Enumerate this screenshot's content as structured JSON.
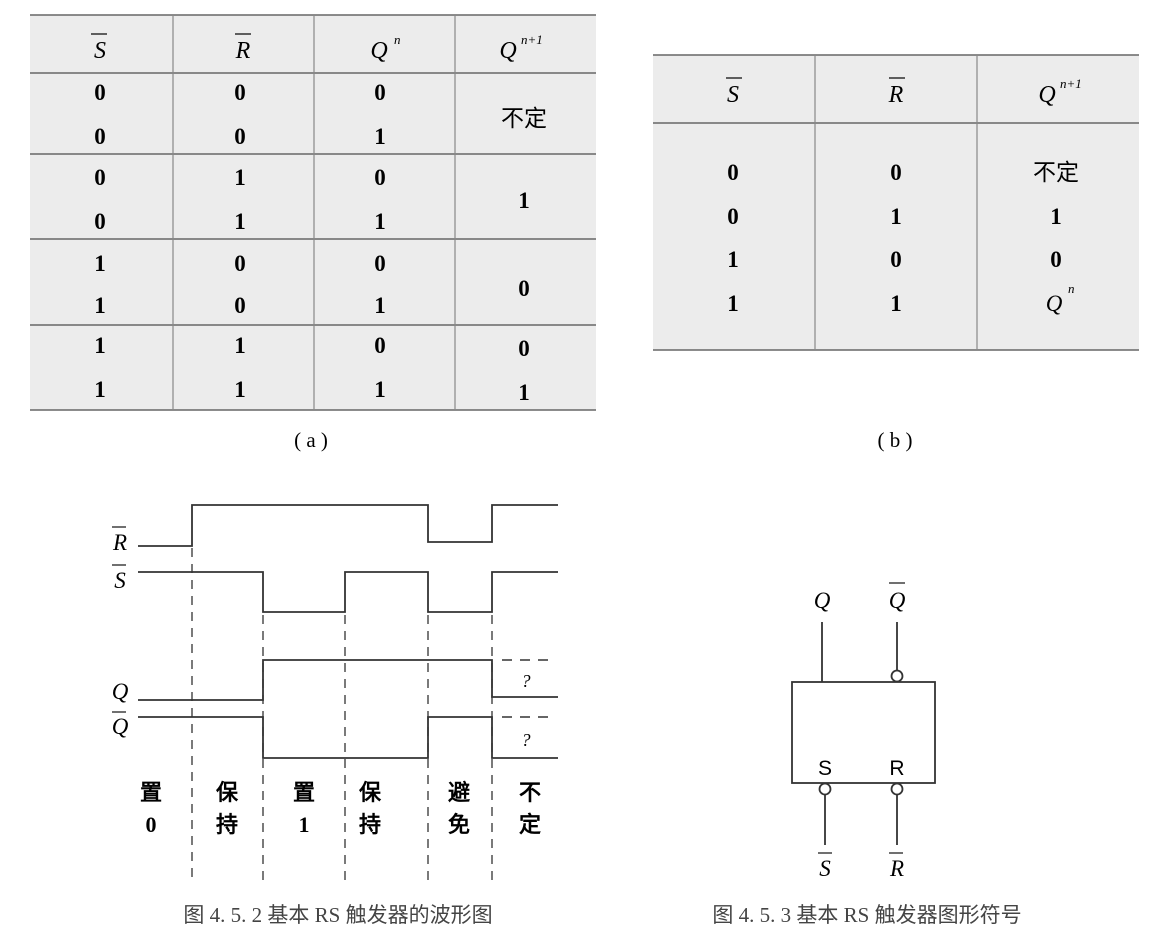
{
  "table_a": {
    "headers": {
      "s": "S",
      "r": "R",
      "q": "Q",
      "q_sup": "n",
      "qn": "Q",
      "qn_sup": "n+1"
    },
    "rows": [
      [
        "0",
        "0",
        "0"
      ],
      [
        "0",
        "0",
        "1"
      ],
      [
        "0",
        "1",
        "0"
      ],
      [
        "0",
        "1",
        "1"
      ],
      [
        "1",
        "0",
        "0"
      ],
      [
        "1",
        "0",
        "1"
      ],
      [
        "1",
        "1",
        "0"
      ],
      [
        "1",
        "1",
        "1"
      ]
    ],
    "next_state": [
      "不定",
      "1",
      "0",
      "0",
      "1"
    ],
    "label": "( a )"
  },
  "table_b": {
    "headers": {
      "s": "S",
      "r": "R",
      "qn": "Q",
      "qn_sup": "n+1"
    },
    "rows": [
      [
        "0",
        "0",
        "不定"
      ],
      [
        "0",
        "1",
        "1"
      ],
      [
        "1",
        "0",
        "0"
      ],
      [
        "1",
        "1",
        "Q"
      ]
    ],
    "q_sup": "n",
    "label": "( b )"
  },
  "waveform": {
    "signals": [
      "R",
      "S",
      "Q",
      "Q"
    ],
    "unknown_mark": "?",
    "phases": [
      [
        "置",
        "0"
      ],
      [
        "保",
        "持"
      ],
      [
        "置",
        "1"
      ],
      [
        "保",
        "持"
      ],
      [
        "避",
        "免"
      ],
      [
        "不",
        "定"
      ]
    ],
    "caption": "图 4. 5. 2   基本 RS 触发器的波形图"
  },
  "symbol": {
    "out_q": "Q",
    "out_qbar": "Q",
    "in_s_label": "S",
    "in_r_label": "R",
    "in_sbar": "S",
    "in_rbar": "R",
    "caption": "图 4. 5. 3   基本 RS 触发器图形符号"
  },
  "colors": {
    "table_bg": "#ececec",
    "line": "#555555",
    "text": "#222222"
  }
}
